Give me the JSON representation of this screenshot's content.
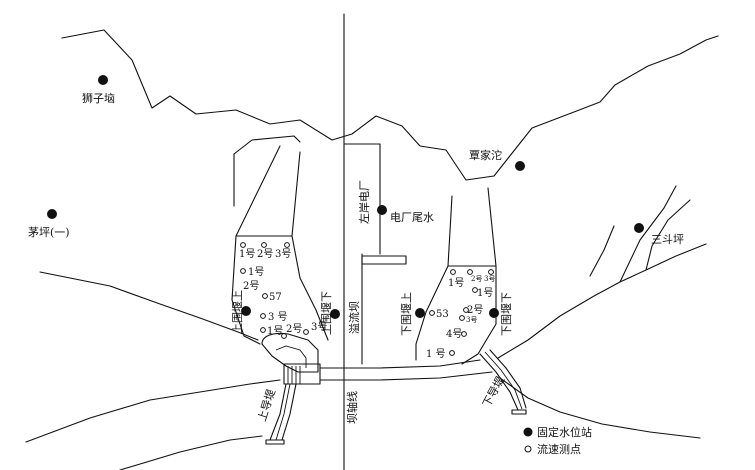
{
  "stations": {
    "shizinao": "狮子垴",
    "maoping": "茅坪(一)",
    "qinjiatuo": "覃家沱",
    "sandouping": "三斗坪",
    "plant_tailwater": "电厂尾水",
    "upper_cofferdam_up": "上围堰上",
    "upper_cofferdam_down": "上围堰下",
    "lower_cofferdam_up": "下围堰上",
    "lower_cofferdam_down": "下围堰下"
  },
  "structures": {
    "left_bank_plant": "左岸电厂",
    "spillway_dam": "溢流坝",
    "upper_guide_wall": "上导堤",
    "lower_guide_wall": "下导堤",
    "dam_axis": "坝轴线"
  },
  "points": {
    "u_top_1": "1号",
    "u_top_2": "2号",
    "u_top_3": "3号",
    "u_mid_1": "1号",
    "u_mid_2": "2号",
    "u_57": "57",
    "u_mid_3": "3 号",
    "u_bot_1": "1号",
    "u_bot_2": "2号",
    "u_bot_3": "3号",
    "l_1_top": "1号",
    "l_2_top": "2号",
    "l_3_top": "3号",
    "l_1_mid": "1号",
    "l_53": "53",
    "l_2_mid": "2号",
    "l_3_mid": "3号",
    "l_4": "4号",
    "l_1_bot": "1 号"
  },
  "legend": {
    "fixed_station": "固定水位站",
    "velocity_point": "流速测点"
  }
}
